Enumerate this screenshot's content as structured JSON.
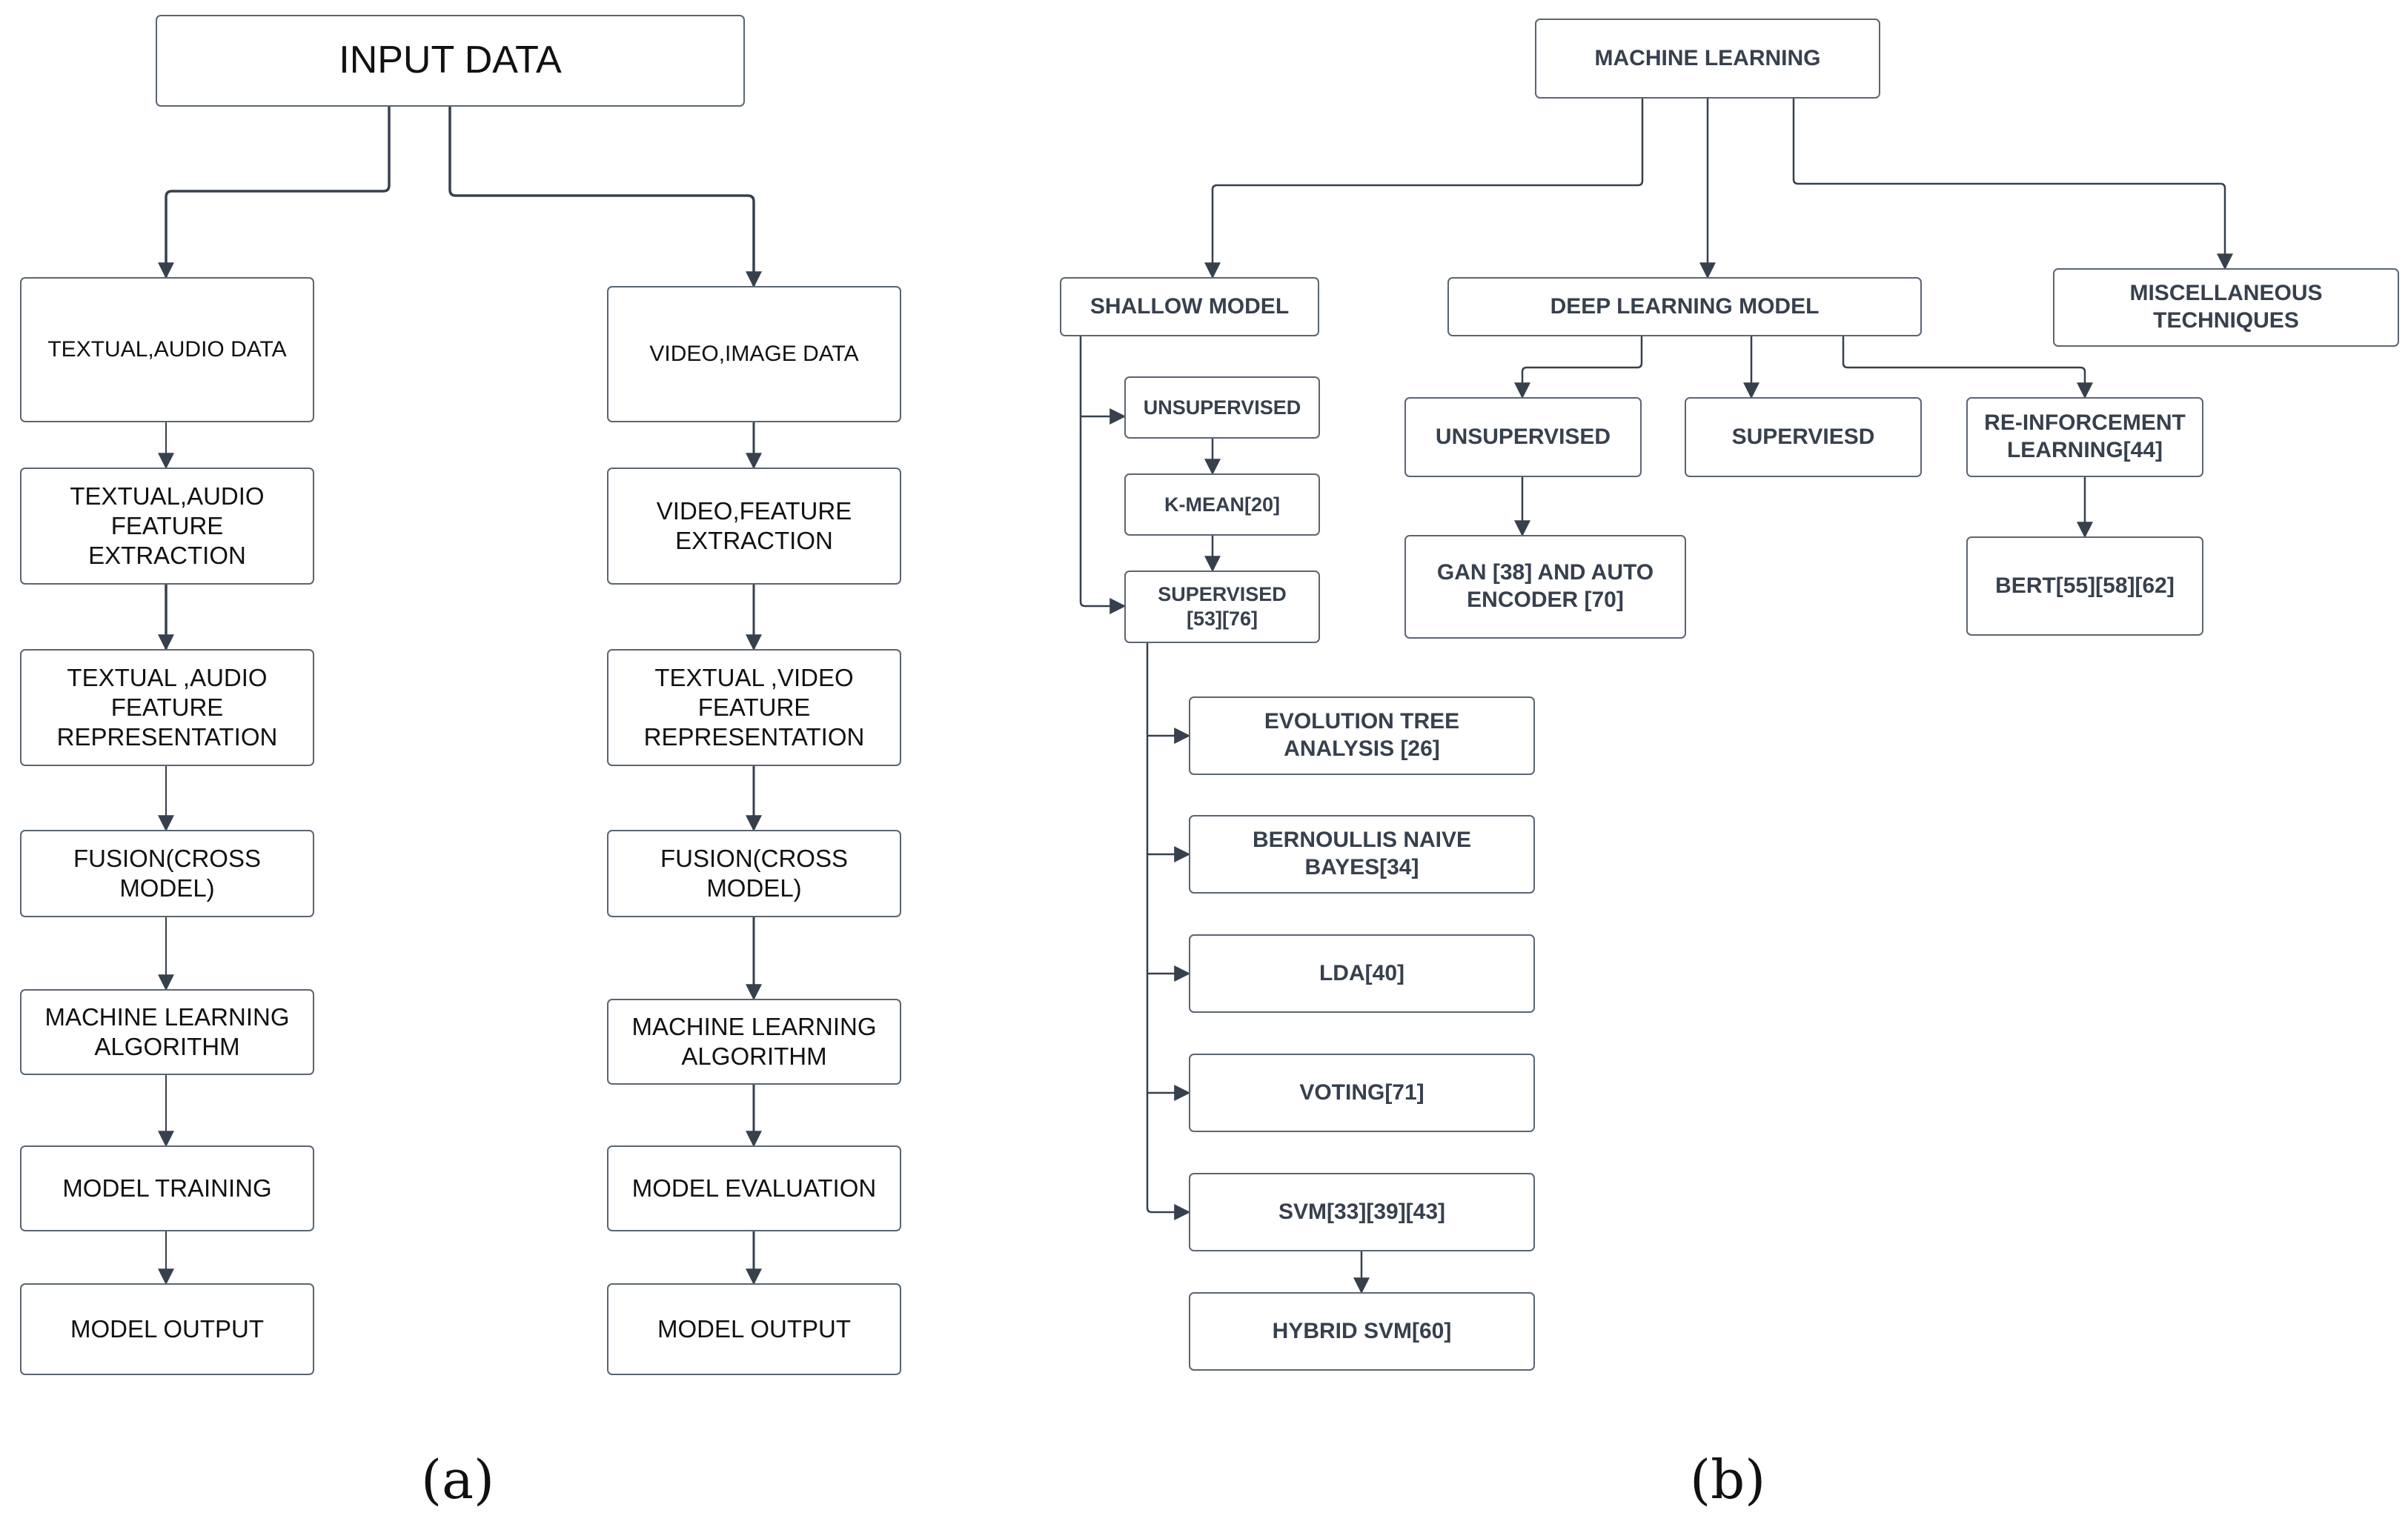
{
  "diagram_a": {
    "input": "INPUT DATA",
    "left_chain": [
      "TEXTUAL,AUDIO DATA",
      "TEXTUAL,AUDIO\nFEATURE\nEXTRACTION",
      "TEXTUAL ,AUDIO\nFEATURE\nREPRESENTATION",
      "FUSION(CROSS\nMODEL)",
      "MACHINE LEARNING\nALGORITHM",
      "MODEL TRAINING",
      "MODEL OUTPUT"
    ],
    "right_chain": [
      "VIDEO,IMAGE DATA",
      "VIDEO,FEATURE\nEXTRACTION",
      "TEXTUAL ,VIDEO\nFEATURE\nREPRESENTATION",
      "FUSION(CROSS\nMODEL)",
      "MACHINE LEARNING\nALGORITHM",
      "MODEL EVALUATION",
      "MODEL OUTPUT"
    ],
    "caption": "(a)"
  },
  "diagram_b": {
    "root": "MACHINE LEARNING",
    "shallow": "SHALLOW MODEL",
    "deep": "DEEP LEARNING MODEL",
    "misc": "MISCELLANEOUS\nTECHNIQUES",
    "shallow_unsupervised": "UNSUPERVISED",
    "kmean": "K-MEAN[20]",
    "shallow_supervised": "SUPERVISED\n[53][76]",
    "supervised_methods": [
      "EVOLUTION TREE\nANALYSIS [26]",
      "BERNOULLIS NAIVE\nBAYES[34]",
      "LDA[40]",
      "VOTING[71]",
      "SVM[33][39][43]"
    ],
    "hybrid_svm": "HYBRID SVM[60]",
    "deep_unsupervised": "UNSUPERVISED",
    "deep_supervised": "SUPERVIESD",
    "reinforcement": "RE-INFORCEMENT\nLEARNING[44]",
    "gan": "GAN [38]  AND AUTO\nENCODER [70]",
    "bert": "BERT[55][58][62]",
    "caption": "(b)"
  },
  "colors": {
    "line": "#37404d",
    "box_border": "#5b6573",
    "bold_text": "#37404d"
  }
}
